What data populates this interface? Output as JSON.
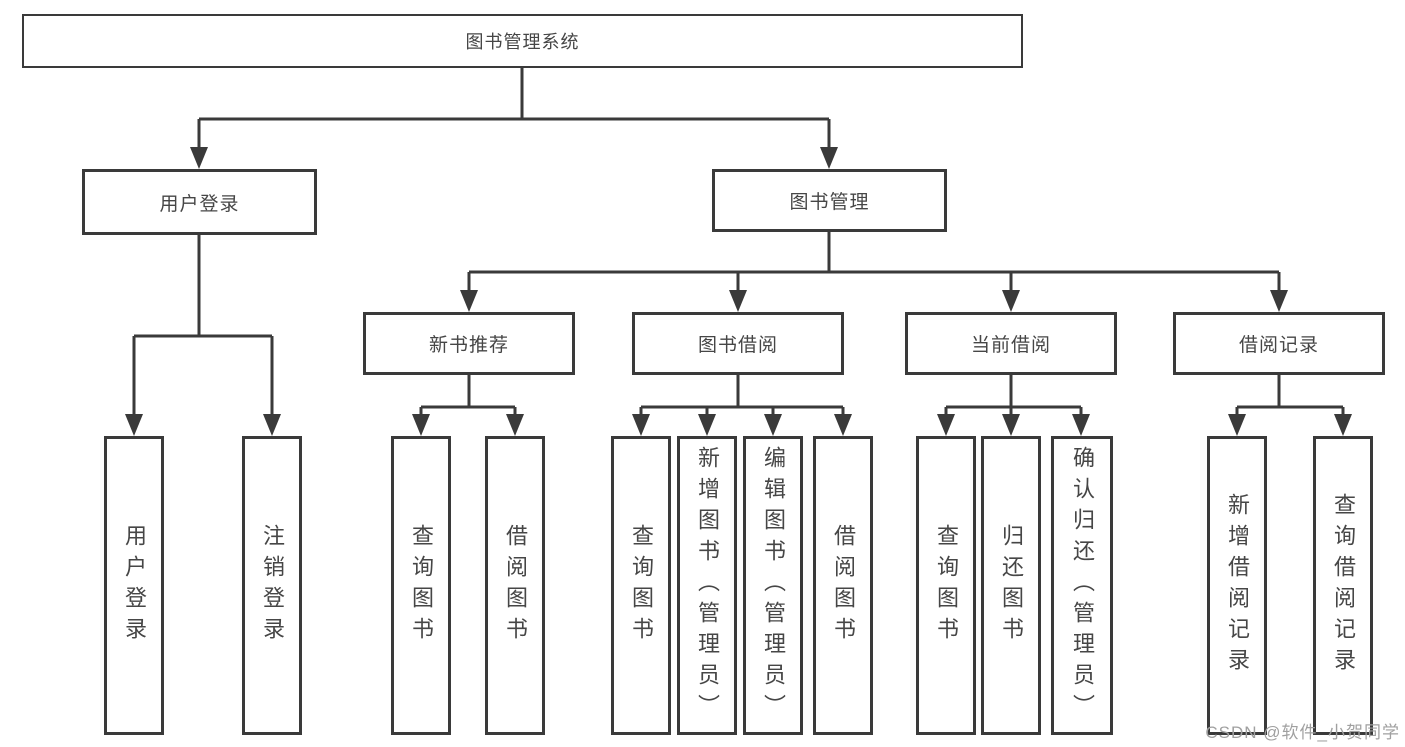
{
  "diagram": {
    "root_label": "图书管理系统",
    "branches": {
      "user_login": {
        "label": "用户登录",
        "children": [
          "用户登录",
          "注销登录"
        ]
      },
      "book_management": {
        "label": "图书管理",
        "sections": [
          {
            "id": "new_book_recommendation",
            "label": "新书推荐",
            "children": [
              "查询图书",
              "借阅图书"
            ]
          },
          {
            "id": "book_borrowing",
            "label": "图书借阅",
            "children": [
              "查询图书",
              "新增图书（管理员）",
              "编辑图书（管理员）",
              "借阅图书"
            ]
          },
          {
            "id": "current_borrowing",
            "label": "当前借阅",
            "children": [
              "查询图书",
              "归还图书",
              "确认归还（管理员）"
            ]
          },
          {
            "id": "borrowing_records",
            "label": "借阅记录",
            "children": [
              "新增借阅记录",
              "查询借阅记录"
            ]
          }
        ]
      }
    }
  },
  "watermark": {
    "text": "CSDN @软件_小贺同学"
  },
  "colors": {
    "line": "#3a3a3a",
    "text": "#464646",
    "watermark": "#a0a0a0",
    "background": "#ffffff"
  }
}
